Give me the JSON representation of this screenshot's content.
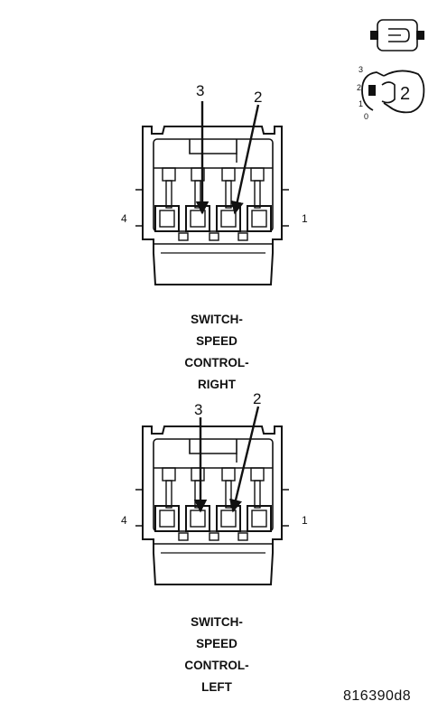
{
  "connectors": [
    {
      "id": "right",
      "callouts": {
        "upper_pin": "3",
        "lower_pin": "2"
      },
      "side_labels": {
        "left": "4",
        "right": "1"
      },
      "caption": [
        "SWITCH-",
        "SPEED",
        "CONTROL-",
        "RIGHT"
      ]
    },
    {
      "id": "left",
      "callouts": {
        "upper_pin": "3",
        "lower_pin": "2"
      },
      "side_labels": {
        "left": "4",
        "right": "1"
      },
      "caption": [
        "SWITCH-",
        "SPEED",
        "CONTROL-",
        "LEFT"
      ]
    }
  ],
  "legend": {
    "positions": [
      "3",
      "2",
      "1",
      "0"
    ],
    "selected_position": "2"
  },
  "figure_id": "816390d8",
  "colors": {
    "line": "#111111",
    "background": "#ffffff"
  },
  "icons": {
    "connector_icon": "connector-face-icon",
    "switch_icon": "rotary-switch-icon"
  }
}
